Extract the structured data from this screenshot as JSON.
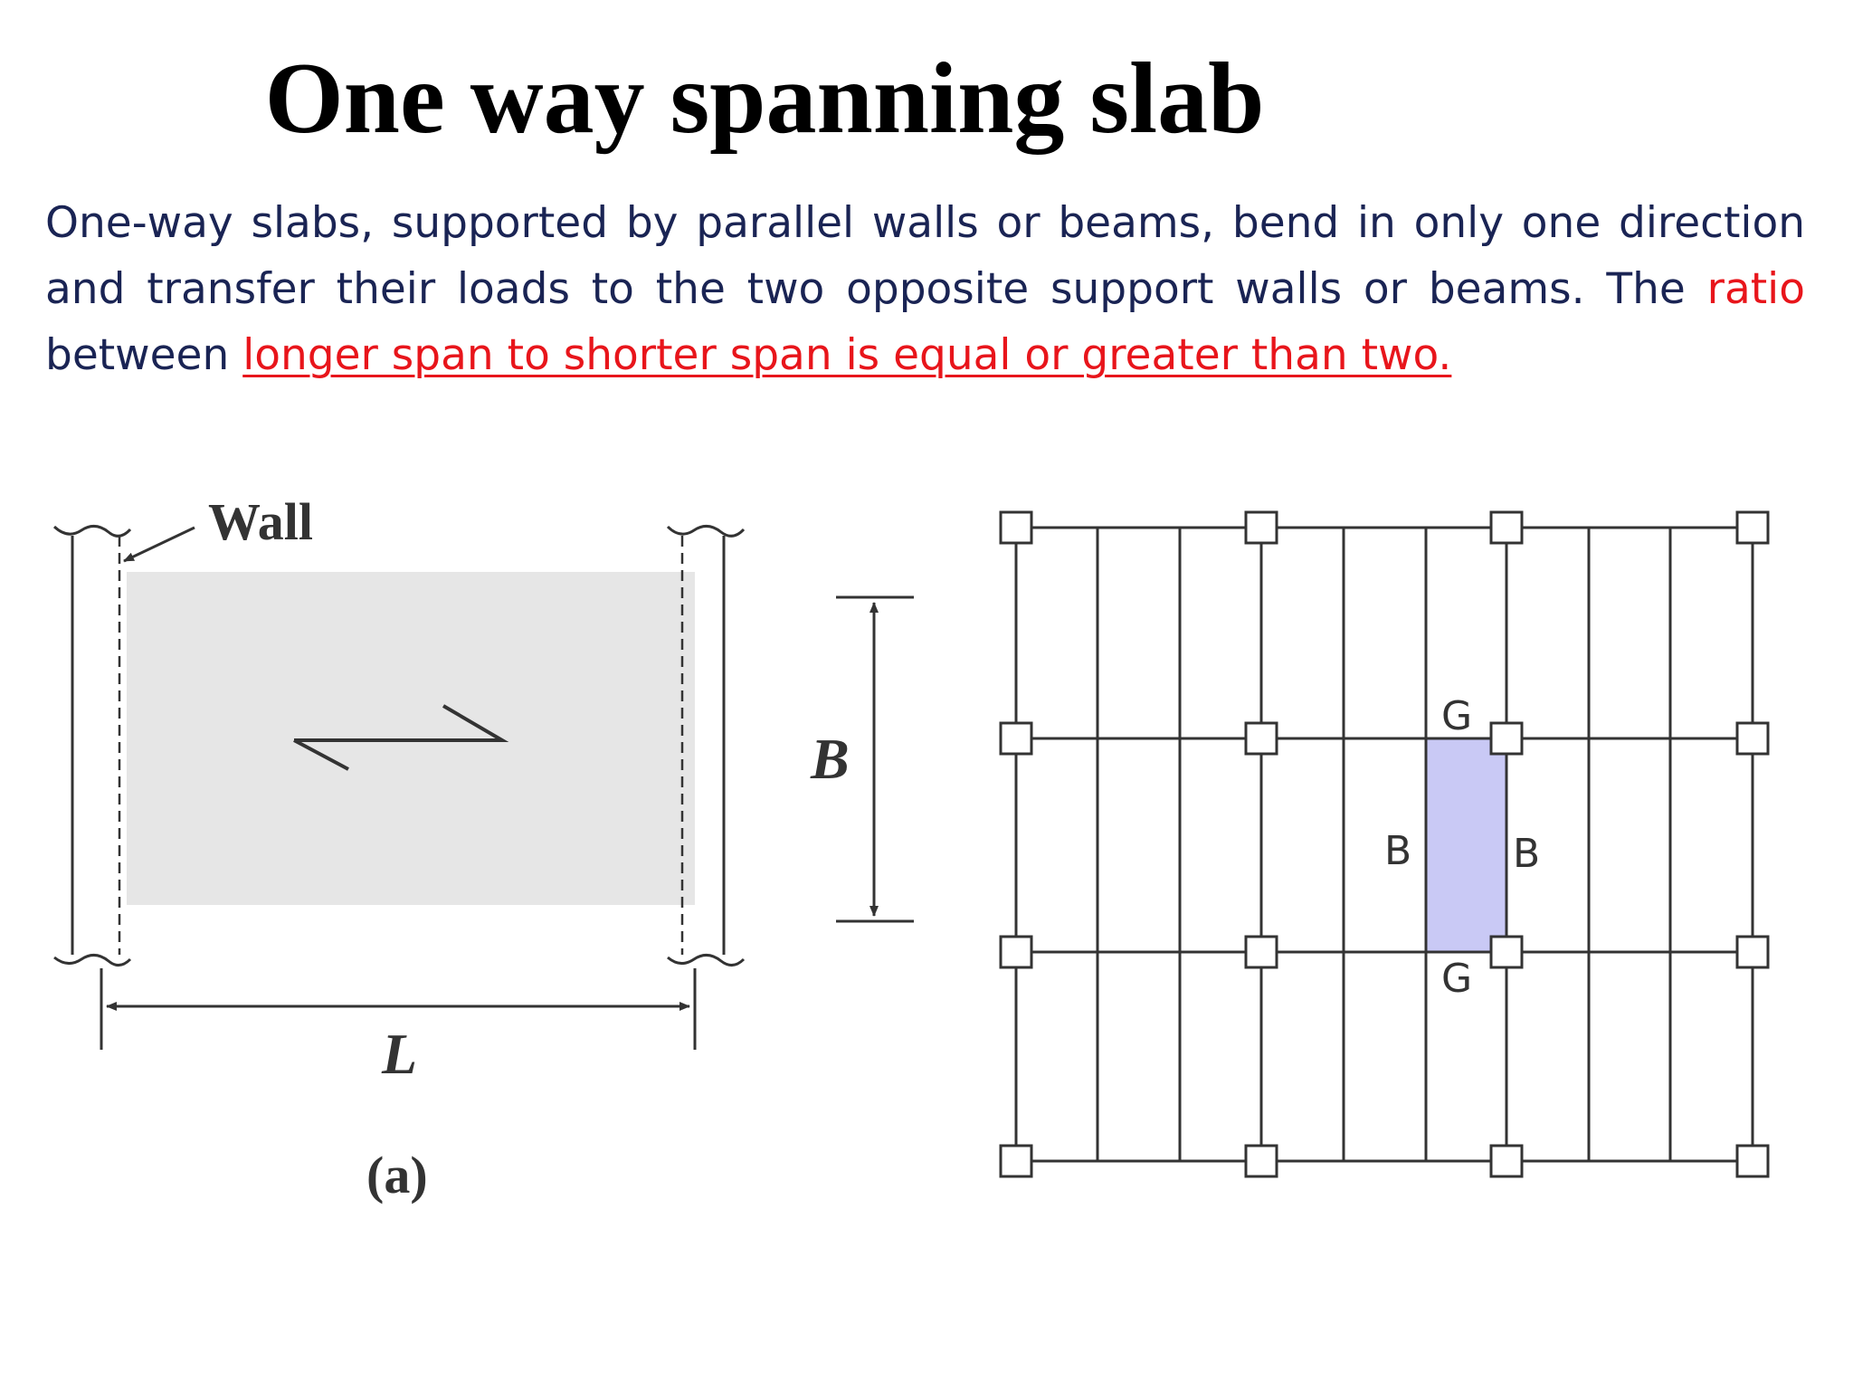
{
  "title": "One way spanning slab",
  "paragraph": {
    "part1": "One-way slabs, supported by parallel walls or beams, bend in only one direction and transfer their loads to the two opposite support walls or beams. The ",
    "part2_red": "ratio",
    "part3": " between ",
    "part4_red_underlined": "longer span to shorter span is equal or greater than two."
  },
  "figure_left": {
    "wall_label": "Wall",
    "span_label_L": "L",
    "span_label_B": "B",
    "caption": "(a)"
  },
  "figure_right": {
    "girder_label_top": "G",
    "girder_label_bottom": "G",
    "beam_label_left": "B",
    "beam_label_right": "B",
    "highlight_color": "#c9c9f5"
  },
  "colors": {
    "body_text": "#1a2454",
    "accent_red": "#e8151b",
    "slab_fill": "#e6e6e6"
  }
}
